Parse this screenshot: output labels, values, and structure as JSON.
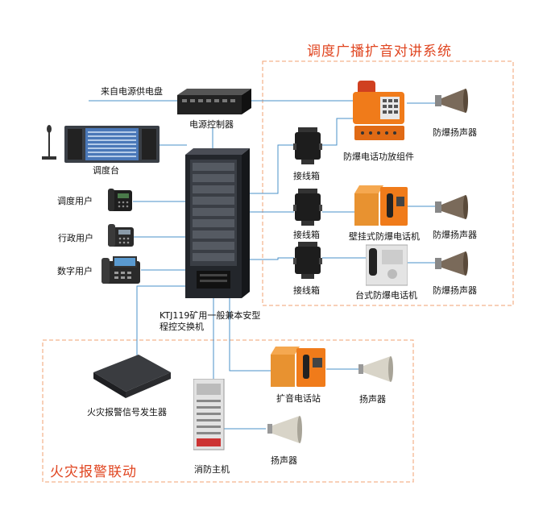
{
  "colors": {
    "section_border": "#f0a070",
    "section_title": "#e04520",
    "line": "#4a90c8",
    "orange": "#f07b1a",
    "cabinet": "#2a2d33"
  },
  "sections": {
    "broadcast_title": "调度广播扩音对讲系统",
    "fire_title": "火灾报警联动"
  },
  "labels": {
    "power_source": "来自电源供电盘",
    "power_controller": "电源控制器",
    "dispatch_console": "调度台",
    "dispatch_user": "调度用户",
    "admin_user": "行政用户",
    "digital_user": "数字用户",
    "switch_line1": "KTJ119矿用一般兼本安型",
    "switch_line2": "程控交换机",
    "junction_box_1": "接线箱",
    "junction_box_2": "接线箱",
    "junction_box_3": "接线箱",
    "ex_phone_amp": "防爆电话功放组件",
    "wall_ex_phone": "壁挂式防爆电话机",
    "desk_ex_phone": "台式防爆电话机",
    "ex_speaker_1": "防爆扬声器",
    "ex_speaker_2": "防爆扬声器",
    "ex_speaker_3": "防爆扬声器",
    "fire_signal_gen": "火灾报警信号发生器",
    "pa_phone_station": "扩音电话站",
    "speaker_1": "扬声器",
    "fire_host": "消防主机",
    "speaker_2": "扬声器"
  },
  "icons": {
    "speaker": "horn-speaker-icon",
    "phone": "desk-phone-icon",
    "junction": "junction-box-icon"
  }
}
